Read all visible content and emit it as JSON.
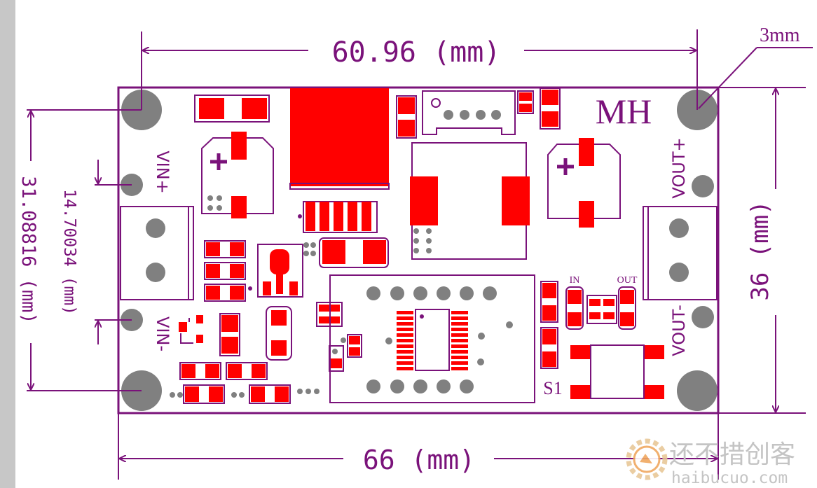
{
  "dimensions": {
    "top_width": "60.96 (mm)",
    "bottom_width": "66 (mm)",
    "right_height": "36 (mm)",
    "left_height": "31.08816 (mm)",
    "left_offset": "14.70034 (mm)",
    "hole_diameter": "3mm"
  },
  "labels": {
    "brand": "MH",
    "vin_plus": "VIN+",
    "vin_minus": "VIN-",
    "vout_plus": "VOUT+",
    "vout_minus": "VOUT-",
    "in_led": "IN",
    "out_led": "OUT",
    "switch": "S1"
  },
  "watermark": {
    "chinese": "还不措创客",
    "url": "haibucuo.com"
  },
  "colors": {
    "silkscreen": "#7a127a",
    "pad": "#ff0000",
    "hole": "#808080",
    "sidebar": "#c7c7c7",
    "watermark": "#c8c8c8"
  }
}
